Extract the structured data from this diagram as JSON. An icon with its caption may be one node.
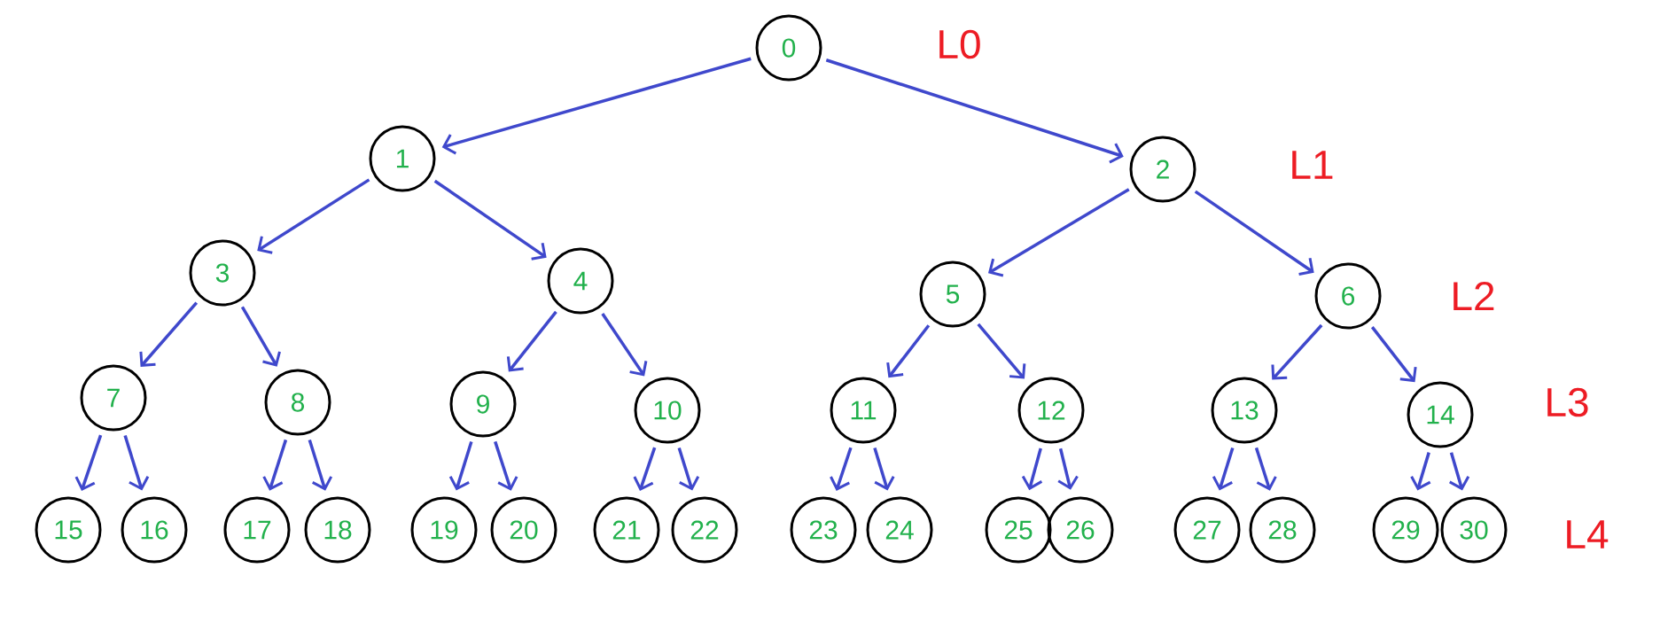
{
  "diagram": {
    "nodes": [
      {
        "text": [
          "0"
        ]
      },
      {
        "text": [
          "1"
        ]
      },
      {
        "text": [
          "2"
        ]
      },
      {
        "text": [
          "3"
        ]
      },
      {
        "text": [
          "4"
        ]
      },
      {
        "text": [
          "5"
        ]
      },
      {
        "text": [
          "6"
        ]
      },
      {
        "text": [
          "7"
        ]
      },
      {
        "text": [
          "8"
        ]
      },
      {
        "text": [
          "9"
        ]
      },
      {
        "text": [
          "10"
        ]
      },
      {
        "text": [
          "11"
        ]
      },
      {
        "text": [
          "12"
        ]
      },
      {
        "text": [
          "13"
        ]
      },
      {
        "text": [
          "14"
        ]
      },
      {
        "text": [
          "15"
        ]
      },
      {
        "text": [
          "16"
        ]
      },
      {
        "text": [
          "17"
        ]
      },
      {
        "text": [
          "18"
        ]
      },
      {
        "text": [
          "19"
        ]
      },
      {
        "text": [
          "20"
        ]
      },
      {
        "text": [
          "21"
        ]
      },
      {
        "text": [
          "22"
        ]
      },
      {
        "text": [
          "23"
        ]
      },
      {
        "text": [
          "24"
        ]
      },
      {
        "text": [
          "25"
        ]
      },
      {
        "text": [
          "26"
        ]
      },
      {
        "text": [
          "27"
        ]
      },
      {
        "text": [
          "28"
        ]
      },
      {
        "text": [
          "29"
        ]
      },
      {
        "text": [
          "30"
        ]
      }
    ],
    "edges": [
      {
        "from": 0,
        "to": 1,
        "arrow": "to"
      },
      {
        "from": 0,
        "to": 2,
        "arrow": "to"
      },
      {
        "from": 1,
        "to": 3,
        "arrow": "to"
      },
      {
        "from": 1,
        "to": 4,
        "arrow": "to"
      },
      {
        "from": 2,
        "to": 5,
        "arrow": "to"
      },
      {
        "from": 2,
        "to": 6,
        "arrow": "to"
      },
      {
        "from": 3,
        "to": 7,
        "arrow": "to"
      },
      {
        "from": 3,
        "to": 8,
        "arrow": "to"
      },
      {
        "from": 4,
        "to": 9,
        "arrow": "to"
      },
      {
        "from": 4,
        "to": 10,
        "arrow": "to"
      },
      {
        "from": 5,
        "to": 11,
        "arrow": "to"
      },
      {
        "from": 5,
        "to": 12,
        "arrow": "to"
      },
      {
        "from": 6,
        "to": 13,
        "arrow": "to"
      },
      {
        "from": 6,
        "to": 14,
        "arrow": "to"
      },
      {
        "from": 7,
        "to": 15,
        "arrow": "to"
      },
      {
        "from": 7,
        "to": 16,
        "arrow": "to"
      },
      {
        "from": 8,
        "to": 17,
        "arrow": "to"
      },
      {
        "from": 8,
        "to": 18,
        "arrow": "to"
      },
      {
        "from": 9,
        "to": 19,
        "arrow": "to"
      },
      {
        "from": 9,
        "to": 20,
        "arrow": "to"
      },
      {
        "from": 10,
        "to": 21,
        "arrow": "to"
      },
      {
        "from": 10,
        "to": 22,
        "arrow": "to"
      },
      {
        "from": 11,
        "to": 23,
        "arrow": "to"
      },
      {
        "from": 11,
        "to": 24,
        "arrow": "to"
      },
      {
        "from": 12,
        "to": 25,
        "arrow": "to"
      },
      {
        "from": 12,
        "to": 26,
        "arrow": "to"
      },
      {
        "from": 13,
        "to": 27,
        "arrow": "to"
      },
      {
        "from": 13,
        "to": 28,
        "arrow": "to"
      },
      {
        "from": 14,
        "to": 29,
        "arrow": "to"
      },
      {
        "from": 14,
        "to": 30,
        "arrow": "to"
      }
    ],
    "labels": [
      "L0",
      "L1",
      "L2",
      "L3",
      "L4"
    ]
  }
}
